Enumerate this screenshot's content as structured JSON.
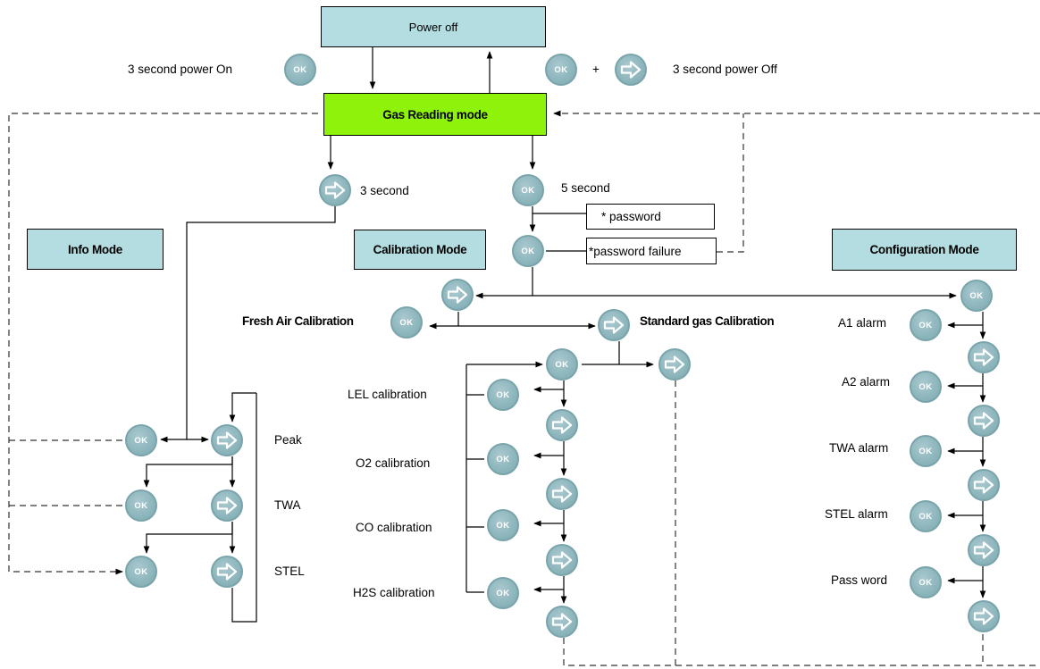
{
  "boxes": {
    "power_off": "Power off",
    "gas_reading": "Gas Reading mode",
    "info_mode": "Info Mode",
    "calibration_mode": "Calibration Mode",
    "configuration_mode": "Configuration Mode",
    "password": "* password",
    "password_failure": "*password failure"
  },
  "labels": {
    "power_on": "3 second  power On",
    "plus": "+",
    "power_off": "3 second power Off",
    "info_hold": "3 second",
    "cal_hold": "5 second",
    "fresh_air": "Fresh Air Calibration",
    "standard_gas": "Standard  gas Calibration",
    "lel": "LEL calibration",
    "o2": "O2 calibration",
    "co": "CO calibration",
    "h2s": "H2S calibration",
    "peak": "Peak",
    "twa": "TWA",
    "stel": "STEL",
    "a1": "A1 alarm",
    "a2": "A2 alarm",
    "twa_alarm": "TWA alarm",
    "stel_alarm": "STEL alarm",
    "password_cfg": "Pass word"
  },
  "button_text": {
    "ok": "OK"
  },
  "icons": {
    "ok_button": "ok-button-icon",
    "arrow_button": "right-arrow-button-icon"
  },
  "colors": {
    "box_fill": "#b4dde1",
    "gas_reading_fill": "#8ef20a",
    "button_fill": "#8fb7be",
    "button_glyph": "#ffffff"
  }
}
